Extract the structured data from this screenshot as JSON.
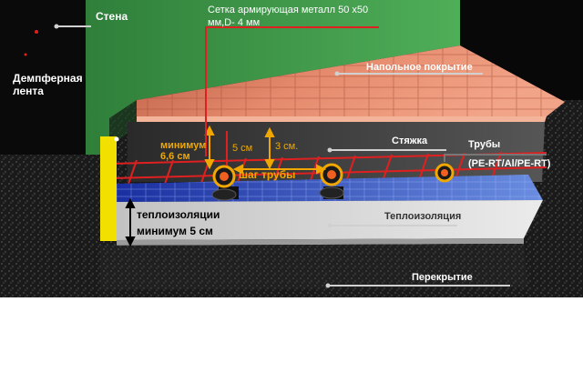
{
  "labels": {
    "wall": "Стена",
    "mesh_line1": "Сетка армирующая металл 50 х50",
    "mesh_line2": "мм,D- 4 мм",
    "floor_cover": "Напольное покрытие",
    "damper_line1": "Демпферная",
    "damper_line2": "лента",
    "min_line1": "минимум",
    "min_line2": "6,6 см",
    "dim_5cm": "5 см",
    "dim_3cm": "3 см.",
    "screed": "Стяжка",
    "pipes_line1": "Трубы",
    "pipes_line2": "(PE-RT/Al/PE-RT)",
    "pipe_step": "шаг трубы",
    "insul_left_line1": "теплоизоляции",
    "insul_left_line2": "минимум 5 см",
    "insulation": "Теплоизоляция",
    "slab": "Перекрытие"
  },
  "colors": {
    "wall": "#3f9a4a",
    "tiles": "#e07a5c",
    "screed": "#3a3a3a",
    "mesh": "#e02020",
    "damper": "#f2e000",
    "insulation": "#d9d9d9",
    "dimension": "#f0a800",
    "label_bar": "#d0d0d0"
  }
}
